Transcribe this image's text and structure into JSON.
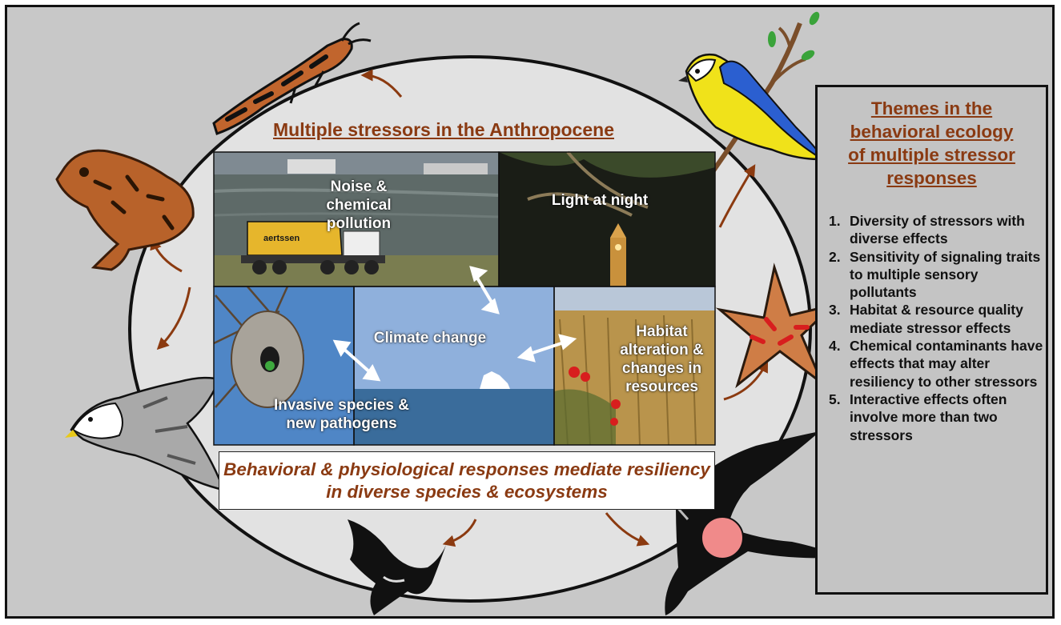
{
  "title": "Multiple stressors in the Anthropocene",
  "stressors": {
    "noise": "Noise & chemical pollution",
    "light": "Light at night",
    "climate": "Climate change",
    "habitat": "Habitat alteration & changes in resources",
    "invasive": "Invasive species & new pathogens"
  },
  "photo_text": {
    "truck_brand": "aertssen"
  },
  "response": "Behavioral & physiological responses mediate resiliency in diverse species & ecosystems",
  "themes": {
    "title": "Themes in the behavioral ecology of multiple stressor responses",
    "items": [
      {
        "num": "1.",
        "text": "Diversity of stressors with diverse effects"
      },
      {
        "num": "2.",
        "text": "Sensitivity of signaling traits to multiple sensory pollutants"
      },
      {
        "num": "3.",
        "text": " Habitat & resource quality mediate stressor effects"
      },
      {
        "num": "4.",
        "text": "Chemical contaminants have effects that may alter resiliency to other stressors"
      },
      {
        "num": "5.",
        "text": "Interactive effects often involve more than two stressors"
      }
    ]
  },
  "colors": {
    "accent": "#8a3a12",
    "arrow": "#8b3a10",
    "background": "#c8c8c8"
  },
  "icons": [
    "frog-icon",
    "insect-icon",
    "blue-tit-icon",
    "starfish-icon",
    "frigatebird-icon",
    "swallow-icon",
    "gull-icon"
  ]
}
